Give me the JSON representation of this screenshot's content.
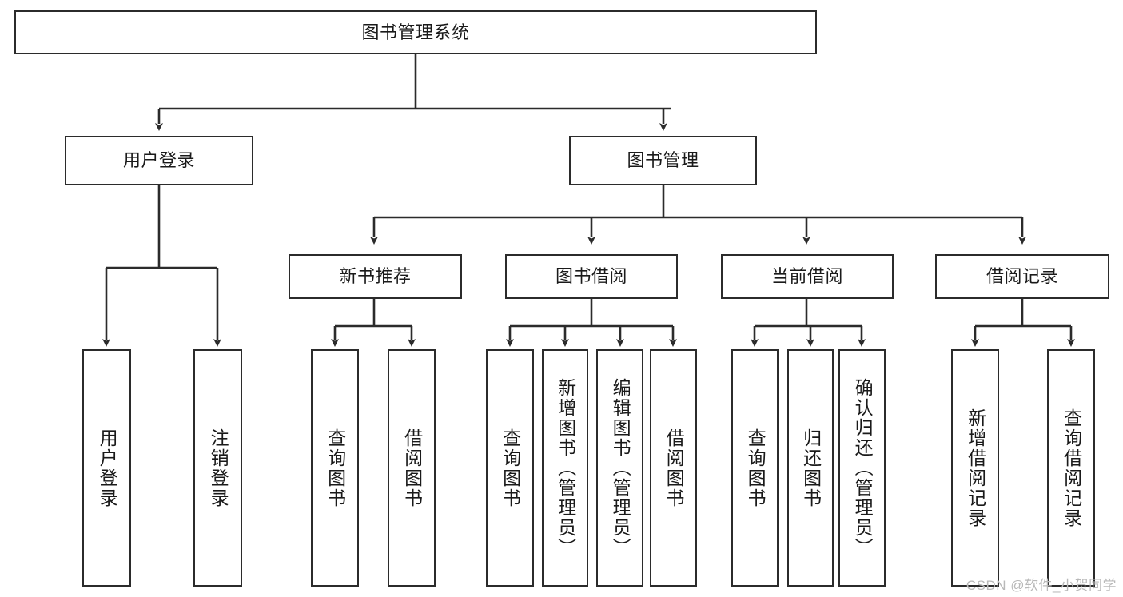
{
  "diagram": {
    "type": "tree-hierarchy",
    "title": "图书管理系统",
    "theme": {
      "line_color": "#2b2b2b",
      "box_border": "#2b2b2b",
      "box_fill": "#ffffff",
      "text_color": "#1a1a1a",
      "watermark_color": "#b9b9b9"
    },
    "root": {
      "label": "图书管理系统"
    },
    "level1": [
      {
        "label": "用户登录"
      },
      {
        "label": "图书管理"
      }
    ],
    "level2": [
      {
        "label": "新书推荐"
      },
      {
        "label": "图书借阅"
      },
      {
        "label": "当前借阅"
      },
      {
        "label": "借阅记录"
      }
    ],
    "leaves": {
      "user_login": [
        {
          "label": "用户登录"
        },
        {
          "label": "注销登录"
        }
      ],
      "new_book_recommend": [
        {
          "label": "查询图书"
        },
        {
          "label": "借阅图书"
        }
      ],
      "book_borrow": [
        {
          "label": "查询图书"
        },
        {
          "label": "新增图书（管理员）"
        },
        {
          "label": "编辑图书（管理员）"
        },
        {
          "label": "借阅图书"
        }
      ],
      "current_borrow": [
        {
          "label": "查询图书"
        },
        {
          "label": "归还图书"
        },
        {
          "label": "确认归还（管理员）"
        }
      ],
      "borrow_record": [
        {
          "label": "新增借阅记录"
        },
        {
          "label": "查询借阅记录"
        }
      ]
    }
  },
  "watermark": {
    "text": "CSDN @软件_小贺同学"
  }
}
